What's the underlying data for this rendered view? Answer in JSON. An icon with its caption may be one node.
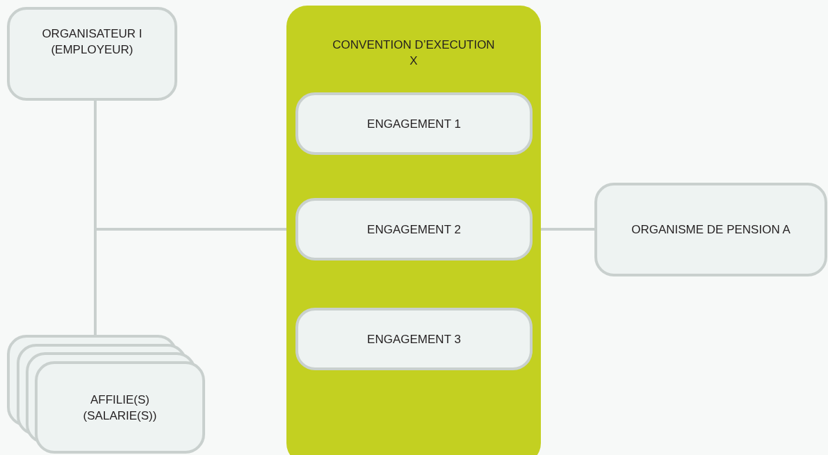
{
  "diagram": {
    "nodes": [
      {
        "text": [
          "ORGANISATEUR I (EMPLOYEUR)"
        ]
      },
      {
        "text": [
          "CONVENTION D’EXECUTION X"
        ]
      },
      {
        "text": [
          "ENGAGEMENT 1"
        ],
        "in": 1
      },
      {
        "text": [
          "ENGAGEMENT 2"
        ],
        "in": 1
      },
      {
        "text": [
          "ENGAGEMENT 3"
        ],
        "in": 1
      },
      {
        "text": [
          "ORGANISME DE PENSION A"
        ]
      },
      {
        "text": [
          "AFFILIE(S) (SALARIE(S))"
        ]
      }
    ],
    "edges": [
      {
        "from": 0,
        "to": 6,
        "arrow": "none"
      },
      {
        "from": 0,
        "to": 1,
        "arrow": "none"
      },
      {
        "from": 6,
        "to": 1,
        "arrow": "none"
      },
      {
        "from": 1,
        "to": 5,
        "arrow": "none"
      }
    ]
  }
}
